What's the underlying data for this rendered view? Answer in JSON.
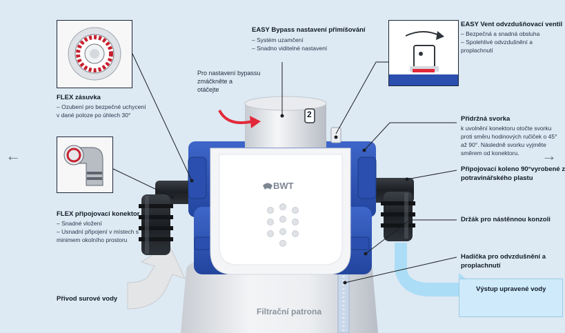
{
  "nav": {
    "prev_label": "←",
    "next_label": "→"
  },
  "colors": {
    "blue": "#2e55b8",
    "black": "#1e2226",
    "white": "#f4f6f8",
    "water_in": "#e2e4e6",
    "water_out": "#9fd8f5"
  },
  "product": {
    "brand": "BWT",
    "cartridge_label": "Filtrační patrona",
    "dial_number": "2"
  },
  "callouts": {
    "bypass": {
      "title": "EASY Bypass nastavení přimíšování",
      "bullets": [
        "– Systém uzamčení",
        "– Snadno viditelné nastavení"
      ]
    },
    "bypass_hint": {
      "lines": [
        "Pro nastavení bypassu",
        "zmáčkněte a",
        "otáčejte"
      ]
    },
    "vent": {
      "title": "EASY Vent odvzdušňovací ventil",
      "bullets": [
        "– Bezpečná a snadná obsluha",
        "– Spolehlivé odvzdušnění a",
        "  proplachnutí"
      ]
    },
    "socket": {
      "title": "FLEX zásuvka",
      "bullets": [
        "– Ozubení pro bezpečné uchycení",
        "  v dané poloze po úhlech 30°"
      ]
    },
    "connector": {
      "title": "FLEX připojovací konektor",
      "bullets": [
        "– Snadné vložení",
        "– Usnadní připojení v místech s",
        "  minimem okolního prostoru"
      ]
    },
    "clamp": {
      "title": "Přídržná svorka",
      "lines": [
        "k uvolnění konektoru otočte svorku",
        "proti směru hodinových ručiček o 45°",
        "až 90°. Následně svorku vyjměte",
        "směrem od konektoru."
      ]
    },
    "elbow": {
      "lines": [
        "Připojovací koleno 90°vyrobené z",
        "potravinářského plastu"
      ]
    },
    "bracket": {
      "title": "Držák pro nástěnnou konzoli"
    },
    "hose": {
      "lines": [
        "Hadička pro odvzdušnění a",
        "proplachnutí"
      ]
    },
    "inlet": {
      "title": "Přívod surové vody"
    },
    "outlet": {
      "title": "Výstup upravené vody"
    }
  }
}
